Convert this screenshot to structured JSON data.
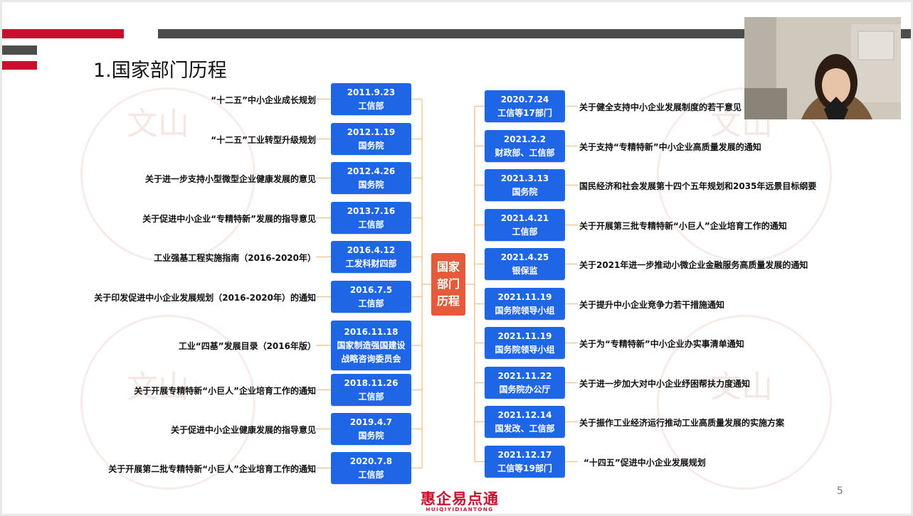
{
  "slide": {
    "title": "1.国家部门历程",
    "center_label": [
      "国家",
      "部门",
      "历程"
    ],
    "page_number": "5",
    "watermark_text": "文山",
    "colors": {
      "accent_red": "#c8102e",
      "box_blue": "#1f66e6",
      "center_orange": "#e65a3a",
      "connector": "#f0c89a"
    }
  },
  "left_items": [
    {
      "date": "2011.9.23",
      "dept": "工信部",
      "text": "“十二五”中小企业成长规划"
    },
    {
      "date": "2012.1.19",
      "dept": "国务院",
      "text": "“十二五”工业转型升级规划"
    },
    {
      "date": "2012.4.26",
      "dept": "国务院",
      "text": "关于进一步支持小型微型企业健康发展的意见"
    },
    {
      "date": "2013.7.16",
      "dept": "工信部",
      "text": "关于促进中小企业“专精特新”发展的指导意见"
    },
    {
      "date": "2016.4.12",
      "dept": "工发科财四部",
      "text": "工业强基工程实施指南（2016-2020年）"
    },
    {
      "date": "2016.7.5",
      "dept": "工信部",
      "text": "关于印发促进中小企业发展规划（2016-2020年）的通知"
    },
    {
      "date": "2016.11.18",
      "dept": "国家制造强国建设",
      "dept2": "战略咨询委员会",
      "text": "工业“四基”发展目录（2016年版）"
    },
    {
      "date": "2018.11.26",
      "dept": "工信部",
      "text": "关于开展专精特新“小巨人”企业培育工作的通知"
    },
    {
      "date": "2019.4.7",
      "dept": "国务院",
      "text": "关于促进中小企业健康发展的指导意见"
    },
    {
      "date": "2020.7.8",
      "dept": "工信部",
      "text": "关于开展第二批专精特新“小巨人”企业培育工作的通知"
    }
  ],
  "right_items": [
    {
      "date": "2020.7.24",
      "dept": "工信等17部门",
      "text": "关于健全支持中小企业发展制度的若干意见"
    },
    {
      "date": "2021.2.2",
      "dept": "财政部、工信部",
      "text": "关于支持“专精特新”中小企业高质量发展的通知"
    },
    {
      "date": "2021.3.13",
      "dept": "国务院",
      "text": "国民经济和社会发展第十四个五年规划和2035年远景目标纲要"
    },
    {
      "date": "2021.4.21",
      "dept": "工信部",
      "text": "关于开展第三批专精特新“小巨人”企业培育工作的通知"
    },
    {
      "date": "2021.4.25",
      "dept": "银保监",
      "text": "关于2021年进一步推动小微企业金融服务高质量发展的通知"
    },
    {
      "date": "2021.11.19",
      "dept": "国务院领导小组",
      "text": "关于提升中小企业竞争力若干措施通知"
    },
    {
      "date": "2021.11.19",
      "dept": "国务院领导小组",
      "text": "关于为“专精特新”中小企业办实事清单通知"
    },
    {
      "date": "2021.11.22",
      "dept": "国务院办公厅",
      "text": "关于进一步加大对中小企业纾困帮扶力度通知"
    },
    {
      "date": "2021.12.14",
      "dept": "国发改、工信部",
      "text": "关于振作工业经济运行推动工业高质量发展的实施方案"
    },
    {
      "date": "2021.12.17",
      "dept": "工信等19部门",
      "text": "“十四五”促进中小企业发展规划"
    }
  ],
  "logo": {
    "cn": "惠企易点通",
    "en": "HUIQIYIDIANTONG"
  }
}
